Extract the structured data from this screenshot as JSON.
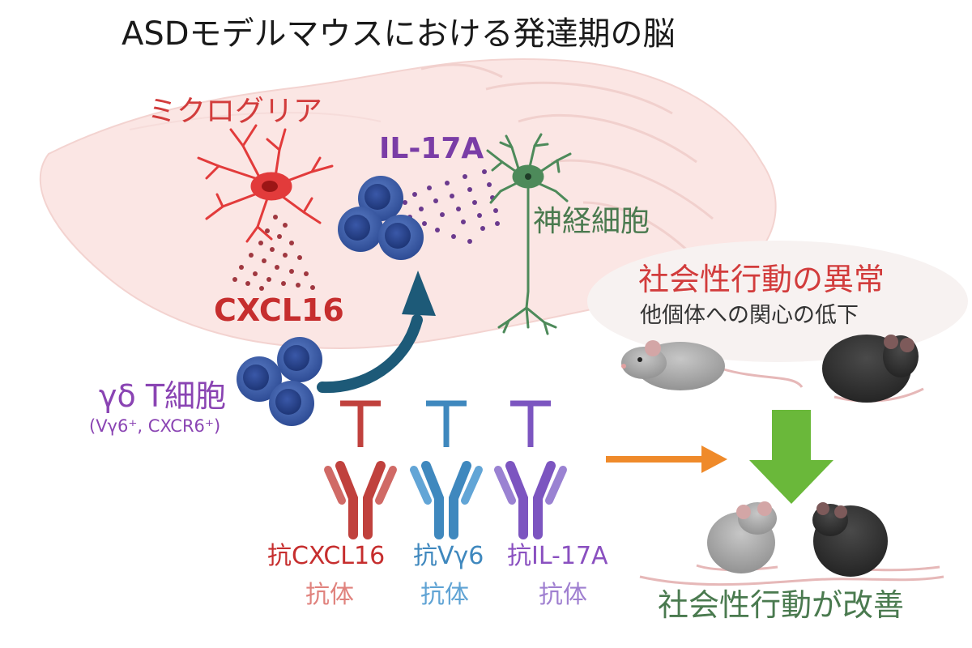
{
  "title": "ASDモデルマウスにおける発達期の脳",
  "labels": {
    "microglia": "ミクログリア",
    "il17a": "IL-17A",
    "neuron": "神経細胞",
    "cxcl16": "CXCL16",
    "gamma_delta_t": "γδ T細胞",
    "gamma_delta_t_sub": "(Vγ6⁺, CXCR6⁺)",
    "social_abnormality": "社会性行動の異常",
    "social_abnormality_sub": "他個体への関心の低下",
    "social_improved": "社会性行動が改善"
  },
  "antibodies": [
    {
      "line1": "抗CXCL16",
      "line2": "抗体",
      "color": "#c0413d"
    },
    {
      "line1": "抗Vγ6",
      "line2": "抗体",
      "color": "#3f88be"
    },
    {
      "line1": "抗IL-17A",
      "line2": "抗体",
      "color": "#7c55c0"
    }
  ],
  "colors": {
    "brain": "#fbe6e4",
    "microglia": "#e23b3b",
    "neuron": "#4d8a5a",
    "t_cell": "#3d5fae",
    "curved_arrow": "#1d5a78",
    "orange_arrow": "#ef8a2a",
    "green_arrow": "#6ab83a"
  }
}
